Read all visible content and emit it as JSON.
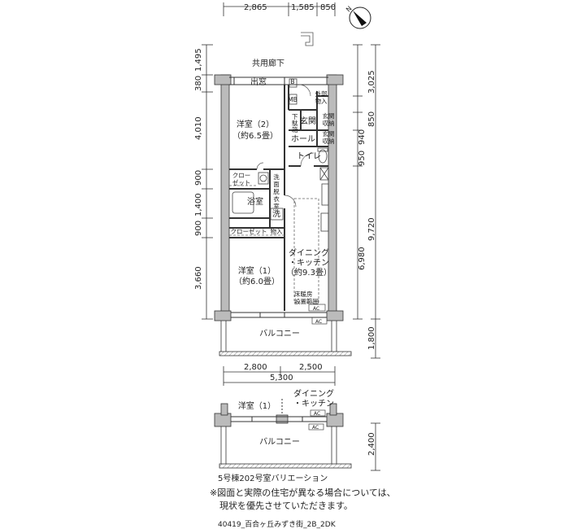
{
  "dimensions": {
    "top": [
      "2,865",
      "1,585",
      "850"
    ],
    "left": [
      "1,495",
      "380",
      "4,010",
      "900",
      "1,400",
      "900",
      "3,660"
    ],
    "right_inner": [
      "3,025",
      "850",
      "940",
      "950",
      "6,980"
    ],
    "right_outer": [
      "9,720",
      "1,800"
    ],
    "bottom": [
      "2,800",
      "2,500",
      "5,300"
    ],
    "variation_right": "2,400"
  },
  "rooms": {
    "corridor": "共用廊下",
    "window": "出窓",
    "bedroom2": "洋室（2）",
    "bedroom2_size": "（約6.5畳）",
    "entrance": "玄関",
    "hall": "ホール",
    "toilet": "トイレ",
    "closet1_a": "クロー",
    "closet1_b": "ゼット",
    "washroom": [
      "洗",
      "面",
      "脱",
      "衣",
      "室"
    ],
    "bath": "浴室",
    "wash": "洗",
    "closet2": "クローゼット",
    "storage": "物入",
    "dining_a": "ダイニング",
    "dining_b": "・キッチン",
    "dining_size": "（約9.3畳）",
    "bedroom1": "洋室（1）",
    "bedroom1_size": "（約6.0畳）",
    "floor_heating_a": "床暖房",
    "floor_heating_b": "設置範囲",
    "balcony": "バルコニー",
    "mb": "MB",
    "b": "B",
    "outer_storage": [
      "外部",
      "物入"
    ],
    "shoe_storage": [
      "玄関",
      "収納"
    ],
    "shoe_storage2": [
      "玄関",
      "収納"
    ],
    "under_floor": [
      "下",
      "駄",
      "箱"
    ],
    "ac": "AC"
  },
  "variation": {
    "bedroom1": "洋室（1）",
    "dining_a": "ダイニング",
    "dining_b": "・キッチン",
    "balcony": "バルコニー",
    "caption": "5号棟202号室バリエーション"
  },
  "notes": {
    "line1": "※図面と実際の住宅が異なる場合については、",
    "line2": "現状を優先させていただきます。"
  },
  "code": "40419_百合ヶ丘みずき街_2B_2DK"
}
